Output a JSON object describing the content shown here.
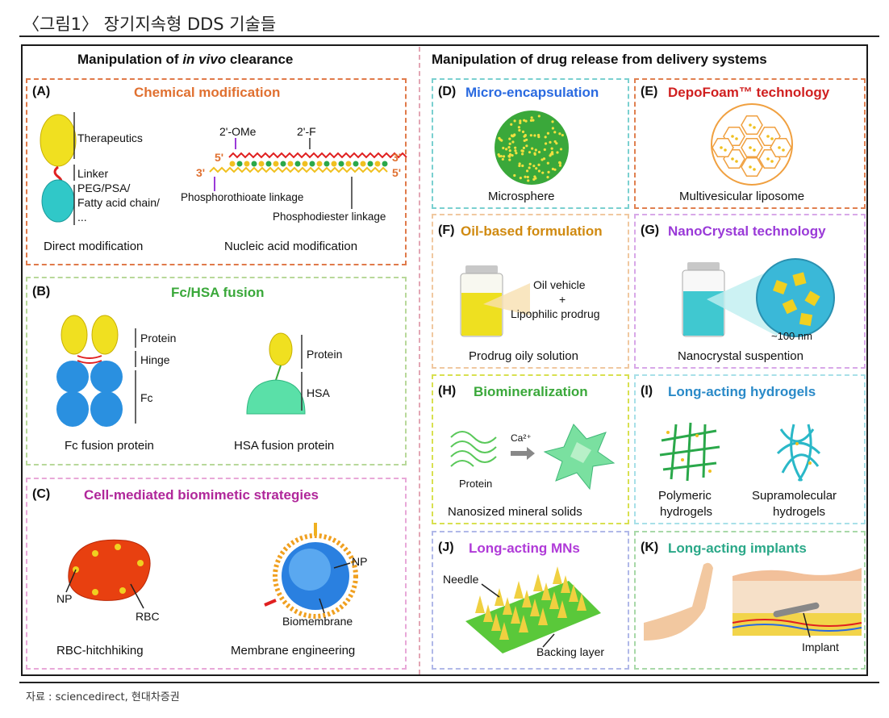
{
  "caption": "〈그림1〉 장기지속형 DDS 기술들",
  "source": "자료 : sciencedirect, 현대차증권",
  "left_column": {
    "title_pre": "Manipulation of ",
    "title_italic": "in vivo",
    "title_post": " clearance"
  },
  "right_column": {
    "title": "Manipulation of drug release from delivery systems"
  },
  "panels": {
    "A": {
      "tag": "(A)",
      "title": "Chemical modification",
      "color": "#e07030",
      "labels": {
        "therapeutics": "Therapeutics",
        "linker": "Linker",
        "peg": "PEG/PSA/",
        "fatty": "Fatty acid chain/",
        "ellipsis": "...",
        "ome": "2'-OMe",
        "f": "2'-F",
        "five_top": "5'",
        "three_top": "3'",
        "three_bot": "3'",
        "five_bot": "5'",
        "phosphorothioate": "Phosphorothioate linkage",
        "phosphodiester": "Phosphodiester linkage"
      },
      "sub_left": "Direct modification",
      "sub_right": "Nucleic acid modification"
    },
    "B": {
      "tag": "(B)",
      "title": "Fc/HSA fusion",
      "color": "#3aa83a",
      "labels": {
        "protein1": "Protein",
        "hinge": "Hinge",
        "fc": "Fc",
        "protein2": "Protein",
        "hsa": "HSA"
      },
      "sub_left": "Fc fusion protein",
      "sub_right": "HSA fusion protein"
    },
    "C": {
      "tag": "(C)",
      "title": "Cell-mediated biomimetic strategies",
      "color": "#b0279a",
      "labels": {
        "np1": "NP",
        "rbc": "RBC",
        "np2": "NP",
        "biomembrane": "Biomembrane"
      },
      "sub_left": "RBC-hitchhiking",
      "sub_right": "Membrane engineering"
    },
    "D": {
      "tag": "(D)",
      "title": "Micro-encapsulation",
      "color": "#2a6ae0",
      "sub": "Microsphere"
    },
    "E": {
      "tag": "(E)",
      "title": "DepoFoam™ technology",
      "color": "#d02020",
      "sub": "Multivesicular liposome"
    },
    "F": {
      "tag": "(F)",
      "title": "Oil-based formulation",
      "color": "#d08a10",
      "labels": {
        "oil": "Oil vehicle",
        "plus": "+",
        "prodrug": "Lipophilic prodrug"
      },
      "sub": "Prodrug oily solution"
    },
    "G": {
      "tag": "(G)",
      "title": "NanoCrystal technology",
      "color": "#9a3ad8",
      "labels": {
        "size": "~100 nm"
      },
      "sub": "Nanocrystal suspention"
    },
    "H": {
      "tag": "(H)",
      "title": "Biomineralization",
      "color": "#3aa83a",
      "labels": {
        "ca": "Ca²⁺",
        "protein": "Protein"
      },
      "sub": "Nanosized mineral solids"
    },
    "I": {
      "tag": "(I)",
      "title": "Long-acting hydrogels",
      "color": "#2a8ac8",
      "labels": {
        "poly1": "Polymeric",
        "poly2": "hydrogels",
        "supra1": "Supramolecular",
        "supra2": "hydrogels"
      }
    },
    "J": {
      "tag": "(J)",
      "title": "Long-acting MNs",
      "color": "#b03ad8",
      "labels": {
        "needle": "Needle",
        "backing": "Backing layer"
      }
    },
    "K": {
      "tag": "(K)",
      "title": "Long-acting implants",
      "color": "#2aa888",
      "labels": {
        "implant": "Implant"
      }
    }
  }
}
